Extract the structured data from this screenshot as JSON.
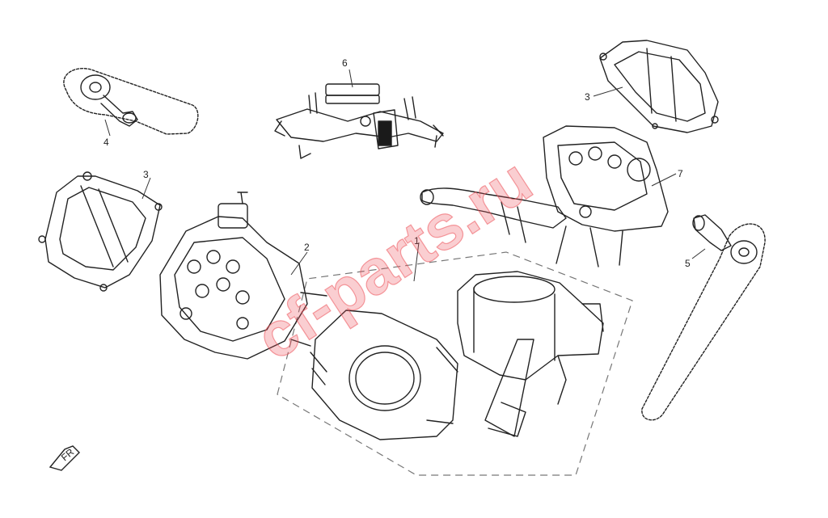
{
  "callouts": [
    "1",
    "2",
    "3",
    "3",
    "4",
    "5",
    "6",
    "7"
  ],
  "watermark": "cf-parts.ru",
  "icons": {
    "front_arrow": "front-direction-arrow-icon",
    "front_arrow_text": "FR"
  },
  "colors": {
    "line": "#222222",
    "watermark": "#ec5058",
    "background": "#ffffff"
  }
}
